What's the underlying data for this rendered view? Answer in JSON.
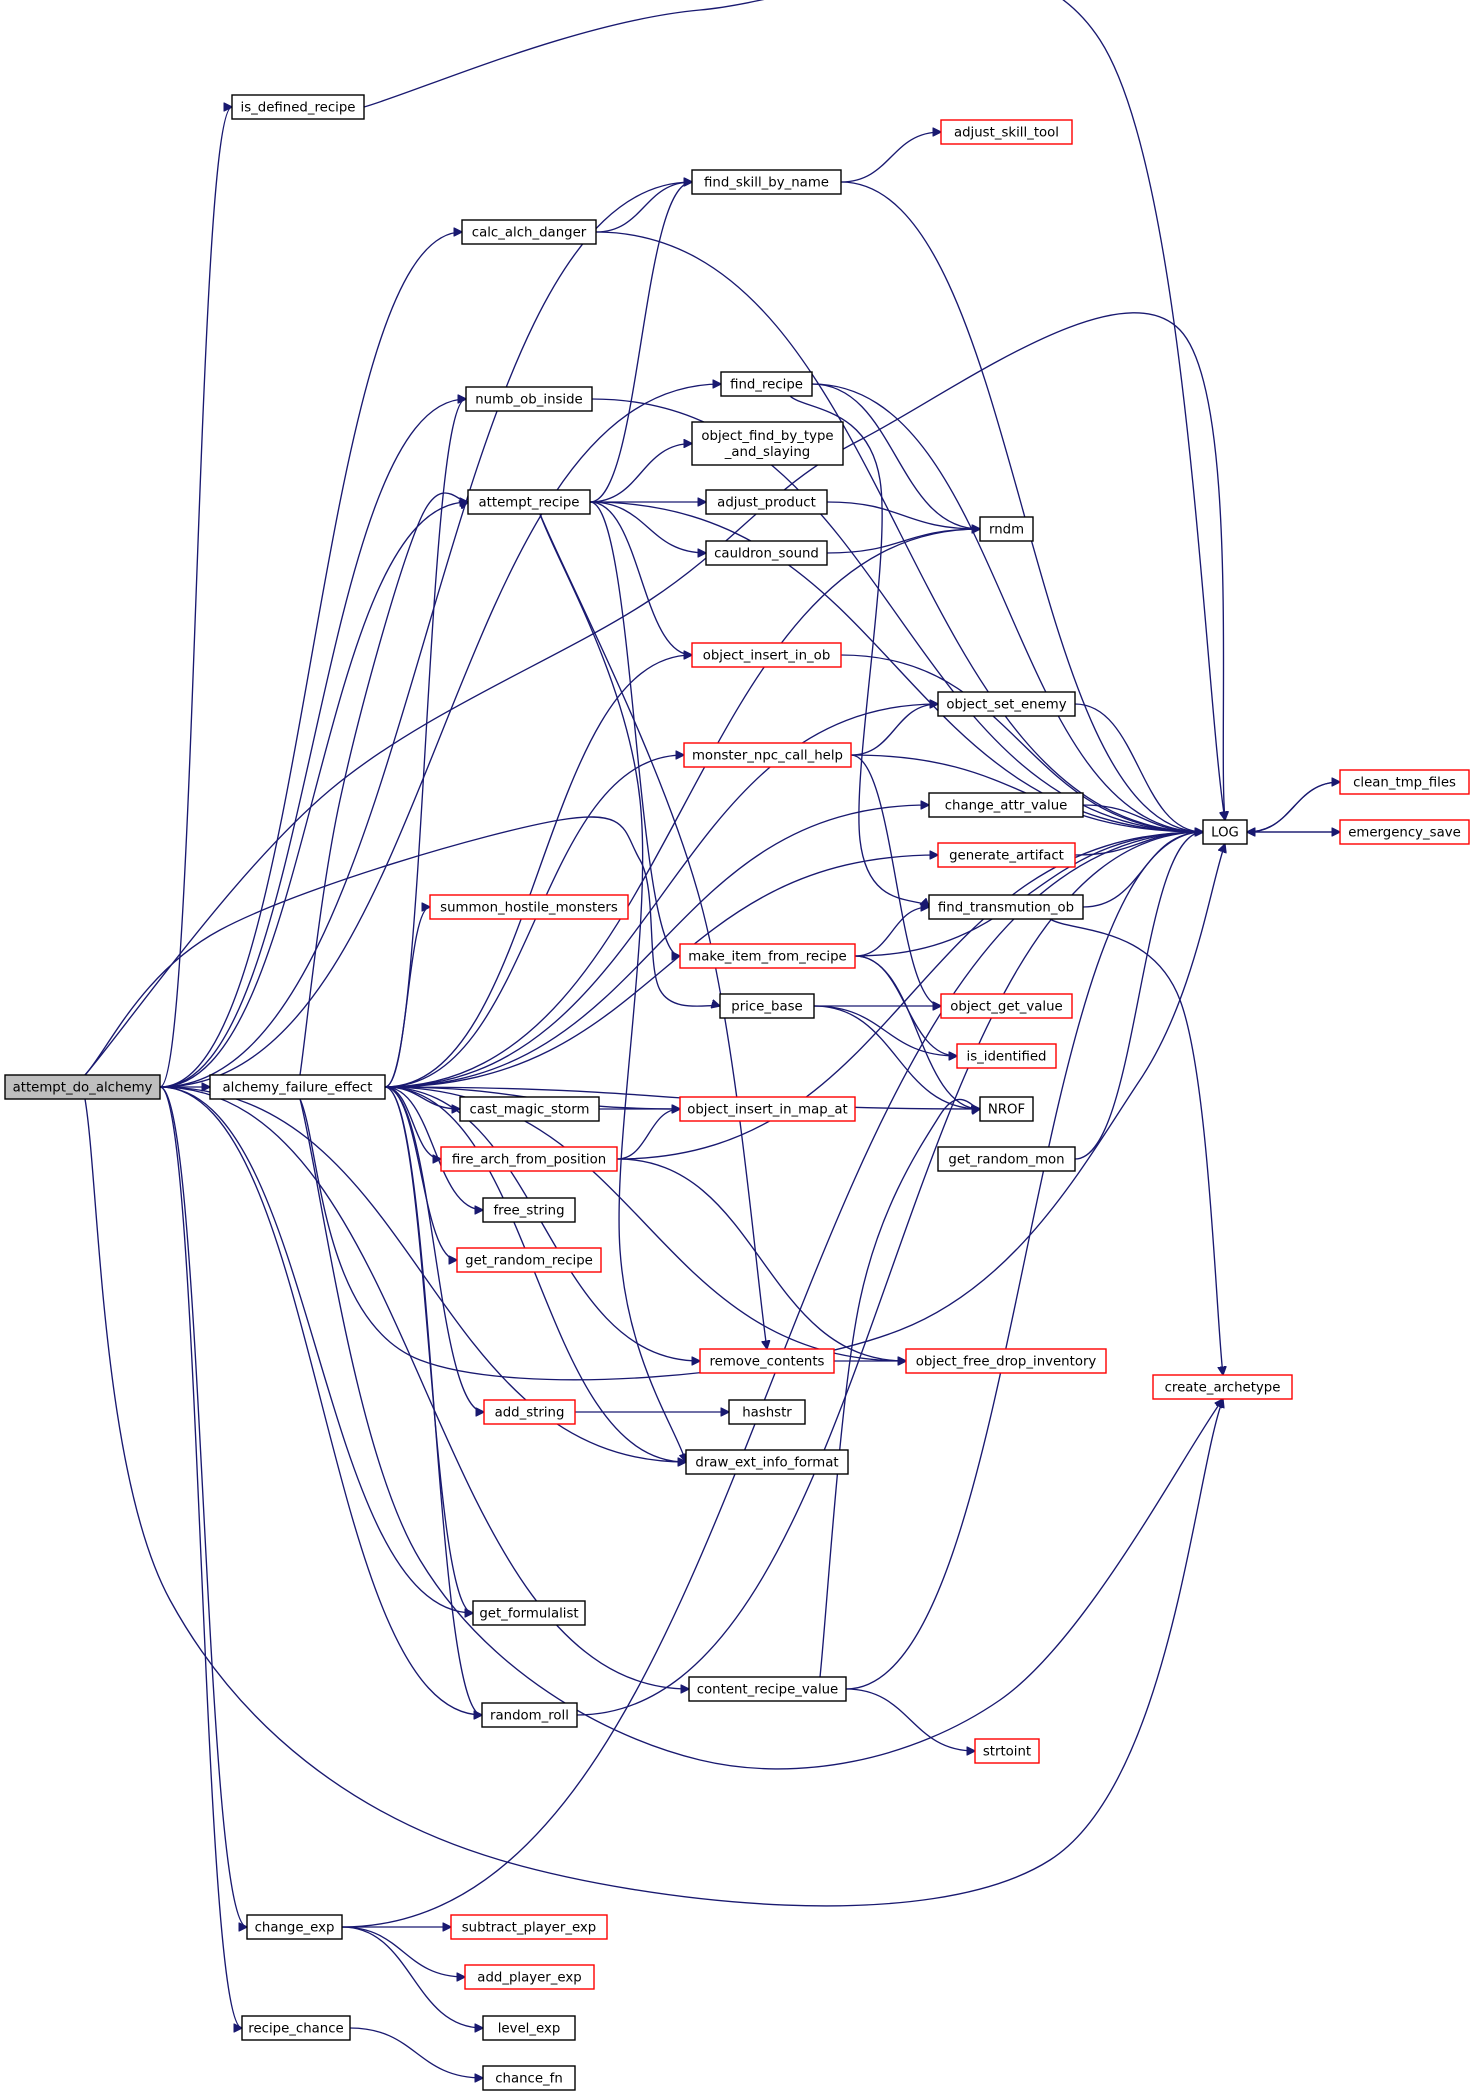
{
  "diagram": {
    "type": "call-graph",
    "root": "attempt_do_alchemy",
    "edge_color": "#191970",
    "colors": {
      "normal_border": "#000000",
      "truncated_border": "#ff0000",
      "root_fill": "#bfbfbf"
    },
    "nodes": [
      {
        "id": "attempt_do_alchemy",
        "label": "attempt_do_alchemy",
        "style": "root"
      },
      {
        "id": "is_defined_recipe",
        "label": "is_defined_recipe",
        "style": "normal"
      },
      {
        "id": "LOG",
        "label": "LOG",
        "style": "normal"
      },
      {
        "id": "find_skill_by_name",
        "label": "find_skill_by_name",
        "style": "normal"
      },
      {
        "id": "adjust_skill_tool",
        "label": "adjust_skill_tool",
        "style": "truncated"
      },
      {
        "id": "calc_alch_danger",
        "label": "calc_alch_danger",
        "style": "normal"
      },
      {
        "id": "numb_ob_inside",
        "label": "numb_ob_inside",
        "style": "normal"
      },
      {
        "id": "find_recipe",
        "label": "find_recipe",
        "style": "normal"
      },
      {
        "id": "object_find_by_type_and_slaying",
        "label": "object_find_by_type\n_and_slaying",
        "style": "normal"
      },
      {
        "id": "attempt_recipe",
        "label": "attempt_recipe",
        "style": "normal"
      },
      {
        "id": "adjust_product",
        "label": "adjust_product",
        "style": "normal"
      },
      {
        "id": "rndm",
        "label": "rndm",
        "style": "normal"
      },
      {
        "id": "cauldron_sound",
        "label": "cauldron_sound",
        "style": "normal"
      },
      {
        "id": "object_insert_in_ob",
        "label": "object_insert_in_ob",
        "style": "truncated"
      },
      {
        "id": "object_set_enemy",
        "label": "object_set_enemy",
        "style": "normal"
      },
      {
        "id": "monster_npc_call_help",
        "label": "monster_npc_call_help",
        "style": "truncated"
      },
      {
        "id": "clean_tmp_files",
        "label": "clean_tmp_files",
        "style": "truncated"
      },
      {
        "id": "change_attr_value",
        "label": "change_attr_value",
        "style": "normal"
      },
      {
        "id": "emergency_save",
        "label": "emergency_save",
        "style": "truncated"
      },
      {
        "id": "generate_artifact",
        "label": "generate_artifact",
        "style": "truncated"
      },
      {
        "id": "summon_hostile_monsters",
        "label": "summon_hostile_monsters",
        "style": "truncated"
      },
      {
        "id": "find_transmution_ob",
        "label": "find_transmution_ob",
        "style": "normal"
      },
      {
        "id": "make_item_from_recipe",
        "label": "make_item_from_recipe",
        "style": "truncated"
      },
      {
        "id": "price_base",
        "label": "price_base",
        "style": "normal"
      },
      {
        "id": "object_get_value",
        "label": "object_get_value",
        "style": "truncated"
      },
      {
        "id": "is_identified",
        "label": "is_identified",
        "style": "truncated"
      },
      {
        "id": "alchemy_failure_effect",
        "label": "alchemy_failure_effect",
        "style": "normal"
      },
      {
        "id": "cast_magic_storm",
        "label": "cast_magic_storm",
        "style": "normal"
      },
      {
        "id": "object_insert_in_map_at",
        "label": "object_insert_in_map_at",
        "style": "truncated"
      },
      {
        "id": "NROF",
        "label": "NROF",
        "style": "normal"
      },
      {
        "id": "fire_arch_from_position",
        "label": "fire_arch_from_position",
        "style": "truncated"
      },
      {
        "id": "get_random_mon",
        "label": "get_random_mon",
        "style": "normal"
      },
      {
        "id": "free_string",
        "label": "free_string",
        "style": "normal"
      },
      {
        "id": "get_random_recipe",
        "label": "get_random_recipe",
        "style": "truncated"
      },
      {
        "id": "remove_contents",
        "label": "remove_contents",
        "style": "truncated"
      },
      {
        "id": "object_free_drop_inventory",
        "label": "object_free_drop_inventory",
        "style": "truncated"
      },
      {
        "id": "create_archetype",
        "label": "create_archetype",
        "style": "truncated"
      },
      {
        "id": "add_string",
        "label": "add_string",
        "style": "truncated"
      },
      {
        "id": "hashstr",
        "label": "hashstr",
        "style": "normal"
      },
      {
        "id": "draw_ext_info_format",
        "label": "draw_ext_info_format",
        "style": "normal"
      },
      {
        "id": "get_formulalist",
        "label": "get_formulalist",
        "style": "normal"
      },
      {
        "id": "content_recipe_value",
        "label": "content_recipe_value",
        "style": "normal"
      },
      {
        "id": "random_roll",
        "label": "random_roll",
        "style": "normal"
      },
      {
        "id": "strtoint",
        "label": "strtoint",
        "style": "truncated"
      },
      {
        "id": "change_exp",
        "label": "change_exp",
        "style": "normal"
      },
      {
        "id": "subtract_player_exp",
        "label": "subtract_player_exp",
        "style": "truncated"
      },
      {
        "id": "add_player_exp",
        "label": "add_player_exp",
        "style": "truncated"
      },
      {
        "id": "level_exp",
        "label": "level_exp",
        "style": "normal"
      },
      {
        "id": "recipe_chance",
        "label": "recipe_chance",
        "style": "normal"
      },
      {
        "id": "chance_fn",
        "label": "chance_fn",
        "style": "normal"
      }
    ],
    "edges": [
      [
        "attempt_do_alchemy",
        "is_defined_recipe"
      ],
      [
        "attempt_do_alchemy",
        "find_skill_by_name"
      ],
      [
        "attempt_do_alchemy",
        "calc_alch_danger"
      ],
      [
        "attempt_do_alchemy",
        "numb_ob_inside"
      ],
      [
        "attempt_do_alchemy",
        "find_recipe"
      ],
      [
        "attempt_do_alchemy",
        "attempt_recipe"
      ],
      [
        "attempt_do_alchemy",
        "price_base"
      ],
      [
        "attempt_do_alchemy",
        "alchemy_failure_effect"
      ],
      [
        "attempt_do_alchemy",
        "get_formulalist"
      ],
      [
        "attempt_do_alchemy",
        "draw_ext_info_format"
      ],
      [
        "attempt_do_alchemy",
        "random_roll"
      ],
      [
        "attempt_do_alchemy",
        "LOG"
      ],
      [
        "attempt_do_alchemy",
        "content_recipe_value"
      ],
      [
        "attempt_do_alchemy",
        "change_exp"
      ],
      [
        "attempt_do_alchemy",
        "recipe_chance"
      ],
      [
        "attempt_do_alchemy",
        "create_archetype"
      ],
      [
        "is_defined_recipe",
        "LOG"
      ],
      [
        "find_skill_by_name",
        "LOG"
      ],
      [
        "find_skill_by_name",
        "adjust_skill_tool"
      ],
      [
        "calc_alch_danger",
        "find_skill_by_name"
      ],
      [
        "calc_alch_danger",
        "LOG"
      ],
      [
        "numb_ob_inside",
        "LOG"
      ],
      [
        "find_recipe",
        "rndm"
      ],
      [
        "find_recipe",
        "LOG"
      ],
      [
        "find_recipe",
        "find_transmution_ob"
      ],
      [
        "attempt_recipe",
        "find_skill_by_name"
      ],
      [
        "attempt_recipe",
        "LOG"
      ],
      [
        "attempt_recipe",
        "object_find_by_type_and_slaying"
      ],
      [
        "attempt_recipe",
        "adjust_product"
      ],
      [
        "attempt_recipe",
        "cauldron_sound"
      ],
      [
        "attempt_recipe",
        "object_insert_in_ob"
      ],
      [
        "attempt_recipe",
        "make_item_from_recipe"
      ],
      [
        "attempt_recipe",
        "remove_contents"
      ],
      [
        "attempt_recipe",
        "draw_ext_info_format"
      ],
      [
        "adjust_product",
        "rndm"
      ],
      [
        "cauldron_sound",
        "rndm"
      ],
      [
        "object_insert_in_ob",
        "LOG"
      ],
      [
        "object_set_enemy",
        "LOG"
      ],
      [
        "monster_npc_call_help",
        "object_set_enemy"
      ],
      [
        "monster_npc_call_help",
        "LOG"
      ],
      [
        "monster_npc_call_help",
        "object_get_value"
      ],
      [
        "change_attr_value",
        "LOG"
      ],
      [
        "generate_artifact",
        "LOG"
      ],
      [
        "LOG",
        "clean_tmp_files"
      ],
      [
        "LOG",
        "emergency_save"
      ],
      [
        "clean_tmp_files",
        "LOG"
      ],
      [
        "emergency_save",
        "LOG"
      ],
      [
        "find_transmution_ob",
        "LOG"
      ],
      [
        "find_transmution_ob",
        "create_archetype"
      ],
      [
        "make_item_from_recipe",
        "find_transmution_ob"
      ],
      [
        "make_item_from_recipe",
        "LOG"
      ],
      [
        "make_item_from_recipe",
        "is_identified"
      ],
      [
        "make_item_from_recipe",
        "NROF"
      ],
      [
        "price_base",
        "object_get_value"
      ],
      [
        "price_base",
        "is_identified"
      ],
      [
        "price_base",
        "NROF"
      ],
      [
        "alchemy_failure_effect",
        "attempt_recipe"
      ],
      [
        "alchemy_failure_effect",
        "numb_ob_inside"
      ],
      [
        "alchemy_failure_effect",
        "rndm"
      ],
      [
        "alchemy_failure_effect",
        "object_insert_in_ob"
      ],
      [
        "alchemy_failure_effect",
        "object_set_enemy"
      ],
      [
        "alchemy_failure_effect",
        "monster_npc_call_help"
      ],
      [
        "alchemy_failure_effect",
        "change_attr_value"
      ],
      [
        "alchemy_failure_effect",
        "generate_artifact"
      ],
      [
        "alchemy_failure_effect",
        "summon_hostile_monsters"
      ],
      [
        "alchemy_failure_effect",
        "NROF"
      ],
      [
        "alchemy_failure_effect",
        "cast_magic_storm"
      ],
      [
        "alchemy_failure_effect",
        "object_insert_in_map_at"
      ],
      [
        "alchemy_failure_effect",
        "fire_arch_from_position"
      ],
      [
        "alchemy_failure_effect",
        "free_string"
      ],
      [
        "alchemy_failure_effect",
        "get_random_recipe"
      ],
      [
        "alchemy_failure_effect",
        "LOG"
      ],
      [
        "alchemy_failure_effect",
        "remove_contents"
      ],
      [
        "alchemy_failure_effect",
        "add_string"
      ],
      [
        "alchemy_failure_effect",
        "draw_ext_info_format"
      ],
      [
        "alchemy_failure_effect",
        "object_free_drop_inventory"
      ],
      [
        "alchemy_failure_effect",
        "get_formulalist"
      ],
      [
        "alchemy_failure_effect",
        "random_roll"
      ],
      [
        "alchemy_failure_effect",
        "create_archetype"
      ],
      [
        "cast_magic_storm",
        "object_insert_in_map_at"
      ],
      [
        "fire_arch_from_position",
        "object_insert_in_map_at"
      ],
      [
        "fire_arch_from_position",
        "LOG"
      ],
      [
        "fire_arch_from_position",
        "object_free_drop_inventory"
      ],
      [
        "get_random_mon",
        "LOG"
      ],
      [
        "remove_contents",
        "object_free_drop_inventory"
      ],
      [
        "add_string",
        "hashstr"
      ],
      [
        "random_roll",
        "LOG"
      ],
      [
        "content_recipe_value",
        "NROF"
      ],
      [
        "content_recipe_value",
        "LOG"
      ],
      [
        "content_recipe_value",
        "strtoint"
      ],
      [
        "change_exp",
        "subtract_player_exp"
      ],
      [
        "change_exp",
        "add_player_exp"
      ],
      [
        "change_exp",
        "level_exp"
      ],
      [
        "change_exp",
        "LOG"
      ],
      [
        "recipe_chance",
        "chance_fn"
      ]
    ]
  }
}
